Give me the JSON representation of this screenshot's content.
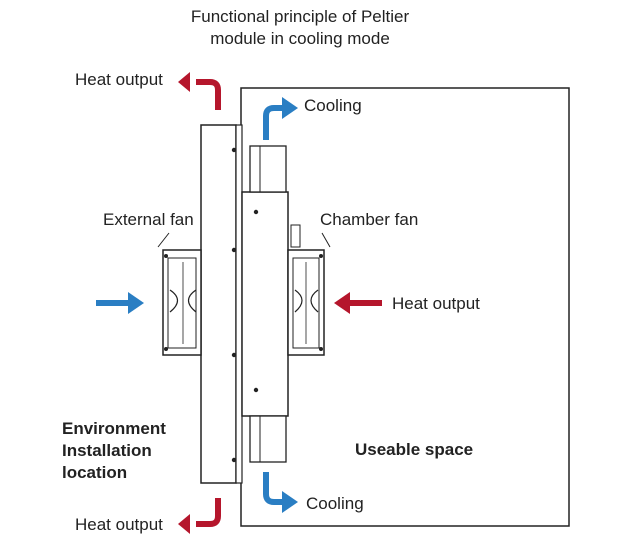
{
  "title": [
    "Functional principle of Peltier",
    "module in cooling mode"
  ],
  "labels": {
    "heat_output_top": "Heat output",
    "heat_output_right": "Heat output",
    "heat_output_bottom": "Heat output",
    "cooling_top": "Cooling",
    "cooling_bottom": "Cooling",
    "external_fan": "External fan",
    "chamber_fan": "Chamber fan",
    "environment": [
      "Environment",
      "Installation",
      "location"
    ],
    "useable_space": "Useable space"
  },
  "colors": {
    "heat_arrow": "#b5162c",
    "cooling_arrow": "#2a7ec3",
    "outline": "#222222"
  }
}
